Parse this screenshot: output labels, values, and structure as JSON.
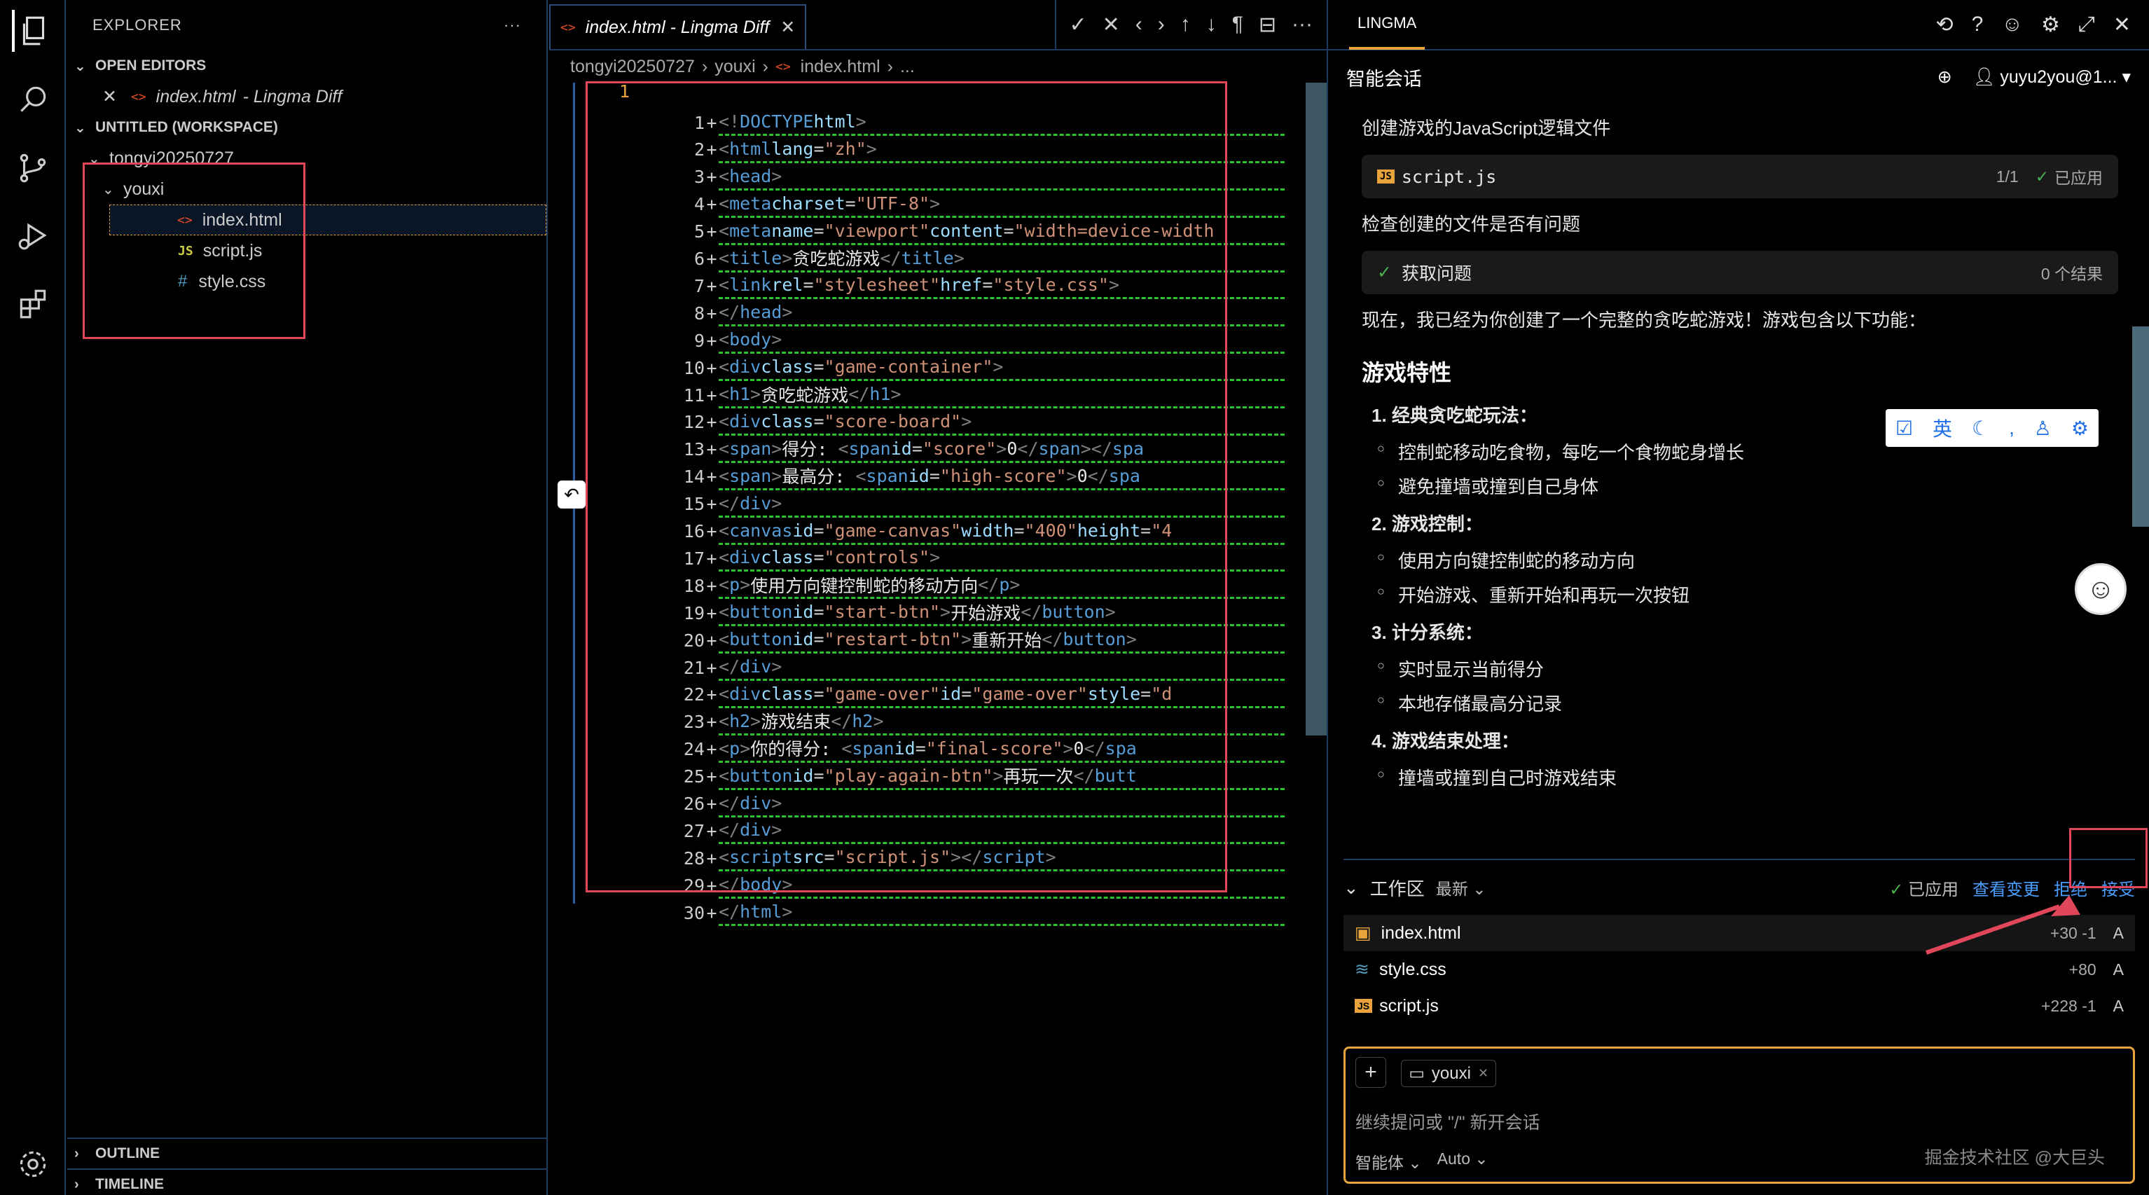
{
  "sidebar": {
    "title": "EXPLORER",
    "more": "···",
    "open_editors": "OPEN EDITORS",
    "open_editor_file": "index.html",
    "open_editor_desc": "- Lingma Diff",
    "workspace": "UNTITLED (WORKSPACE)",
    "root_folder": "tongyi20250727",
    "folder": "youxi",
    "files": [
      "index.html",
      "script.js",
      "style.css"
    ],
    "outline": "OUTLINE",
    "timeline": "TIMELINE"
  },
  "editor": {
    "tab_title": "index.html - Lingma Diff",
    "breadcrumb": [
      "tongyi20250727",
      "youxi",
      "index.html",
      "..."
    ],
    "old_line_number": "1",
    "lines": [
      {
        "n": "1",
        "html": "<span class=\"c-br\">&lt;!</span><span class=\"c-tag\">DOCTYPE</span> <span class=\"c-attr\">html</span><span class=\"c-br\">&gt;</span>"
      },
      {
        "n": "2",
        "html": "<span class=\"c-br\">&lt;</span><span class=\"c-tag\">html</span> <span class=\"c-attr\">lang</span>=<span class=\"c-str\">\"zh\"</span><span class=\"c-br\">&gt;</span>"
      },
      {
        "n": "3",
        "html": "<span class=\"c-br\">&lt;</span><span class=\"c-tag\">head</span><span class=\"c-br\">&gt;</span>"
      },
      {
        "n": "4",
        "html": "    <span class=\"c-br\">&lt;</span><span class=\"c-tag\">meta</span> <span class=\"c-attr\">charset</span>=<span class=\"c-str\">\"UTF-8\"</span><span class=\"c-br\">&gt;</span>"
      },
      {
        "n": "5",
        "html": "    <span class=\"c-br\">&lt;</span><span class=\"c-tag\">meta</span> <span class=\"c-attr\">name</span>=<span class=\"c-str\">\"viewport\"</span> <span class=\"c-attr\">content</span>=<span class=\"c-str\">\"width=device-width</span>"
      },
      {
        "n": "6",
        "html": "    <span class=\"c-br\">&lt;</span><span class=\"c-tag\">title</span><span class=\"c-br\">&gt;</span><span class=\"c-txt\">贪吃蛇游戏</span><span class=\"c-br\">&lt;/</span><span class=\"c-tag\">title</span><span class=\"c-br\">&gt;</span>"
      },
      {
        "n": "7",
        "html": "    <span class=\"c-br\">&lt;</span><span class=\"c-tag\">link</span> <span class=\"c-attr\">rel</span>=<span class=\"c-str\">\"stylesheet\"</span> <span class=\"c-attr\">href</span>=<span class=\"c-str\">\"style.css\"</span><span class=\"c-br\">&gt;</span>"
      },
      {
        "n": "8",
        "html": "<span class=\"c-br\">&lt;/</span><span class=\"c-tag\">head</span><span class=\"c-br\">&gt;</span>"
      },
      {
        "n": "9",
        "html": "<span class=\"c-br\">&lt;</span><span class=\"c-tag\">body</span><span class=\"c-br\">&gt;</span>"
      },
      {
        "n": "10",
        "html": "    <span class=\"c-br\">&lt;</span><span class=\"c-tag\">div</span> <span class=\"c-attr\">class</span>=<span class=\"c-str\">\"game-container\"</span><span class=\"c-br\">&gt;</span>"
      },
      {
        "n": "11",
        "html": "        <span class=\"c-br\">&lt;</span><span class=\"c-tag\">h1</span><span class=\"c-br\">&gt;</span><span class=\"c-txt\">贪吃蛇游戏</span><span class=\"c-br\">&lt;/</span><span class=\"c-tag\">h1</span><span class=\"c-br\">&gt;</span>"
      },
      {
        "n": "12",
        "html": "        <span class=\"c-br\">&lt;</span><span class=\"c-tag\">div</span> <span class=\"c-attr\">class</span>=<span class=\"c-str\">\"score-board\"</span><span class=\"c-br\">&gt;</span>"
      },
      {
        "n": "13",
        "html": "            <span class=\"c-br\">&lt;</span><span class=\"c-tag\">span</span><span class=\"c-br\">&gt;</span><span class=\"c-txt\">得分: </span><span class=\"c-br\">&lt;</span><span class=\"c-tag\">span</span> <span class=\"c-attr\">id</span>=<span class=\"c-str\">\"score\"</span><span class=\"c-br\">&gt;</span><span class=\"c-txt\">0</span><span class=\"c-br\">&lt;/</span><span class=\"c-tag\">span</span><span class=\"c-br\">&gt;&lt;/</span><span class=\"c-tag\">spa</span>"
      },
      {
        "n": "14",
        "html": "            <span class=\"c-br\">&lt;</span><span class=\"c-tag\">span</span><span class=\"c-br\">&gt;</span><span class=\"c-txt\">最高分: </span><span class=\"c-br\">&lt;</span><span class=\"c-tag\">span</span> <span class=\"c-attr\">id</span>=<span class=\"c-str\">\"high-score\"</span><span class=\"c-br\">&gt;</span><span class=\"c-txt\">0</span><span class=\"c-br\">&lt;/</span><span class=\"c-tag\">spa</span>"
      },
      {
        "n": "15",
        "html": "        <span class=\"c-br\">&lt;/</span><span class=\"c-tag\">div</span><span class=\"c-br\">&gt;</span>"
      },
      {
        "n": "16",
        "html": "        <span class=\"c-br\">&lt;</span><span class=\"c-tag\">canvas</span> <span class=\"c-attr\">id</span>=<span class=\"c-str\">\"game-canvas\"</span> <span class=\"c-attr\">width</span>=<span class=\"c-str\">\"400\"</span> <span class=\"c-attr\">height</span>=<span class=\"c-str\">\"4</span>"
      },
      {
        "n": "17",
        "html": "        <span class=\"c-br\">&lt;</span><span class=\"c-tag\">div</span> <span class=\"c-attr\">class</span>=<span class=\"c-str\">\"controls\"</span><span class=\"c-br\">&gt;</span>"
      },
      {
        "n": "18",
        "html": "            <span class=\"c-br\">&lt;</span><span class=\"c-tag\">p</span><span class=\"c-br\">&gt;</span><span class=\"c-txt\">使用方向键控制蛇的移动方向</span><span class=\"c-br\">&lt;/</span><span class=\"c-tag\">p</span><span class=\"c-br\">&gt;</span>"
      },
      {
        "n": "19",
        "html": "            <span class=\"c-br\">&lt;</span><span class=\"c-tag\">button</span> <span class=\"c-attr\">id</span>=<span class=\"c-str\">\"start-btn\"</span><span class=\"c-br\">&gt;</span><span class=\"c-txt\">开始游戏</span><span class=\"c-br\">&lt;/</span><span class=\"c-tag\">button</span><span class=\"c-br\">&gt;</span>"
      },
      {
        "n": "20",
        "html": "            <span class=\"c-br\">&lt;</span><span class=\"c-tag\">button</span> <span class=\"c-attr\">id</span>=<span class=\"c-str\">\"restart-btn\"</span><span class=\"c-br\">&gt;</span><span class=\"c-txt\">重新开始</span><span class=\"c-br\">&lt;/</span><span class=\"c-tag\">button</span><span class=\"c-br\">&gt;</span>"
      },
      {
        "n": "21",
        "html": "        <span class=\"c-br\">&lt;/</span><span class=\"c-tag\">div</span><span class=\"c-br\">&gt;</span>"
      },
      {
        "n": "22",
        "html": "        <span class=\"c-br\">&lt;</span><span class=\"c-tag\">div</span> <span class=\"c-attr\">class</span>=<span class=\"c-str\">\"game-over\"</span> <span class=\"c-attr\">id</span>=<span class=\"c-str\">\"game-over\"</span> <span class=\"c-attr\">style</span>=<span class=\"c-str\">\"d</span>"
      },
      {
        "n": "23",
        "html": "            <span class=\"c-br\">&lt;</span><span class=\"c-tag\">h2</span><span class=\"c-br\">&gt;</span><span class=\"c-txt\">游戏结束</span><span class=\"c-br\">&lt;/</span><span class=\"c-tag\">h2</span><span class=\"c-br\">&gt;</span>"
      },
      {
        "n": "24",
        "html": "            <span class=\"c-br\">&lt;</span><span class=\"c-tag\">p</span><span class=\"c-br\">&gt;</span><span class=\"c-txt\">你的得分: </span><span class=\"c-br\">&lt;</span><span class=\"c-tag\">span</span> <span class=\"c-attr\">id</span>=<span class=\"c-str\">\"final-score\"</span><span class=\"c-br\">&gt;</span><span class=\"c-txt\">0</span><span class=\"c-br\">&lt;/</span><span class=\"c-tag\">spa</span>"
      },
      {
        "n": "25",
        "html": "            <span class=\"c-br\">&lt;</span><span class=\"c-tag\">button</span> <span class=\"c-attr\">id</span>=<span class=\"c-str\">\"play-again-btn\"</span><span class=\"c-br\">&gt;</span><span class=\"c-txt\">再玩一次</span><span class=\"c-br\">&lt;/</span><span class=\"c-tag\">butt</span>"
      },
      {
        "n": "26",
        "html": "        <span class=\"c-br\">&lt;/</span><span class=\"c-tag\">div</span><span class=\"c-br\">&gt;</span>"
      },
      {
        "n": "27",
        "html": "    <span class=\"c-br\">&lt;/</span><span class=\"c-tag\">div</span><span class=\"c-br\">&gt;</span>"
      },
      {
        "n": "28",
        "html": "    <span class=\"c-br\">&lt;</span><span class=\"c-tag\">script</span> <span class=\"c-attr\">src</span>=<span class=\"c-str\">\"script.js\"</span><span class=\"c-br\">&gt;&lt;/</span><span class=\"c-tag\">script</span><span class=\"c-br\">&gt;</span>"
      },
      {
        "n": "29",
        "html": "<span class=\"c-br\">&lt;/</span><span class=\"c-tag\">body</span><span class=\"c-br\">&gt;</span>"
      },
      {
        "n": "30",
        "html": "<span class=\"c-br\">&lt;/</span><span class=\"c-tag\">html</span><span class=\"c-br\">&gt;</span>"
      }
    ]
  },
  "panel": {
    "tab": "LINGMA",
    "subtitle": "智能会话",
    "user": "yuyu2you@1...",
    "msg_create": "创建游戏的JavaScript逻辑文件",
    "file_card_name": "script.js",
    "file_card_count": "1/1",
    "file_card_status": "已应用",
    "msg_check": "检查创建的文件是否有问题",
    "problem_label": "获取问题",
    "problem_count": "0 个结果",
    "summary": "现在，我已经为你创建了一个完整的贪吃蛇游戏！游戏包含以下功能：",
    "features_title": "游戏特性",
    "feature_1": "1. 经典贪吃蛇玩法：",
    "feature_1a": "控制蛇移动吃食物，每吃一个食物蛇身增长",
    "feature_1b": "避免撞墙或撞到自己身体",
    "feature_2": "2. 游戏控制：",
    "feature_2a": "使用方向键控制蛇的移动方向",
    "feature_2b": "开始游戏、重新开始和再玩一次按钮",
    "feature_3": "3. 计分系统：",
    "feature_3a": "实时显示当前得分",
    "feature_3b": "本地存储最高分记录",
    "feature_4": "4. 游戏结束处理：",
    "feature_4a": "撞墙或撞到自己时游戏结束",
    "floatbar_lang": "英",
    "workspace_label": "工作区",
    "workspace_sort": "最新",
    "applied": "已应用",
    "view_changes": "查看变更",
    "reject": "拒绝",
    "accept": "接受",
    "changed_files": [
      {
        "name": "index.html",
        "stat": "+30 -1",
        "flag": "A"
      },
      {
        "name": "style.css",
        "stat": "+80",
        "flag": "A"
      },
      {
        "name": "script.js",
        "stat": "+228 -1",
        "flag": "A"
      }
    ],
    "context_chip": "youxi",
    "input_placeholder": "继续提问或 \"/\" 新开会话",
    "mode": "智能体",
    "model": "Auto",
    "watermark": "掘金技术社区 @大巨头"
  },
  "colors": {
    "accent": "#e8a33d",
    "highlight_box": "#e0475a",
    "diff_added": "#2ec22e",
    "link": "#4a9eff"
  }
}
